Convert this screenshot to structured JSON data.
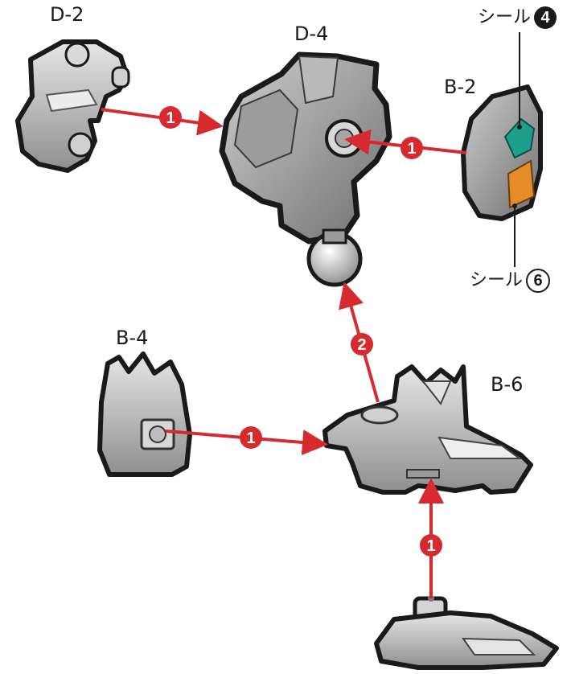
{
  "parts": {
    "d2": "D-2",
    "d4": "D-4",
    "b2": "B-2",
    "b4": "B-4",
    "b6": "B-6"
  },
  "seals": {
    "seal_a": {
      "text": "シール",
      "number": "4"
    },
    "seal_b": {
      "text": "シール",
      "number": "6"
    }
  },
  "steps": {
    "s1": "1",
    "s2": "2"
  },
  "colors": {
    "arrow": "#d62a2f",
    "part_fill": "#bdbdbd",
    "part_outline": "#1a1a1a",
    "seal_teal": "#1e9e8c",
    "seal_orange": "#e58c2a"
  }
}
